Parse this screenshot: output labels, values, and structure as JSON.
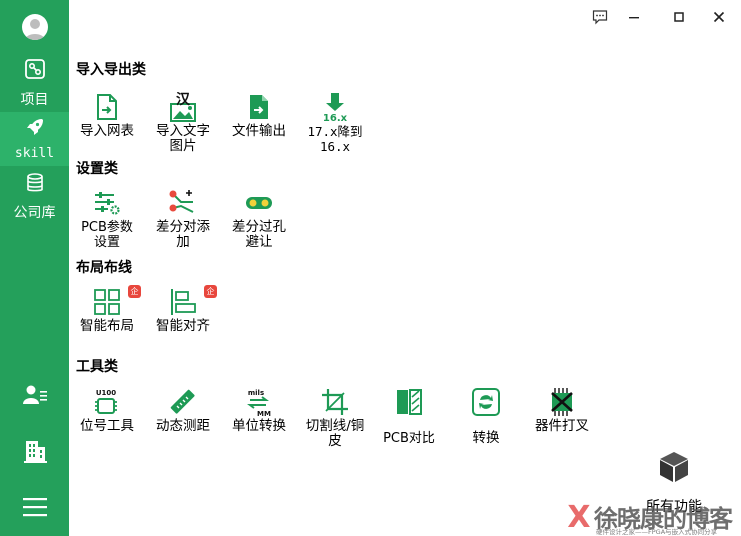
{
  "window": {
    "minimize": "–",
    "maximize": "□",
    "close": "✕"
  },
  "sidebar": {
    "items": [
      {
        "label": "项目",
        "icon": "project-icon"
      },
      {
        "label": "skill",
        "icon": "rocket-icon"
      },
      {
        "label": "公司库",
        "icon": "database-icon"
      }
    ],
    "bottom": [
      "user-list-icon",
      "building-icon",
      "menu-icon"
    ]
  },
  "sections": [
    {
      "title": "导入导出类",
      "tools": [
        {
          "label": "导入网表",
          "icon": "import-netlist-icon"
        },
        {
          "label": "导入文字图片",
          "icon": "import-text-image-icon",
          "glyph": "汉"
        },
        {
          "label": "文件输出",
          "icon": "file-export-icon"
        },
        {
          "label": "17.x降到16.x",
          "icon": "downgrade-icon",
          "glyph": "16.x"
        }
      ]
    },
    {
      "title": "设置类",
      "tools": [
        {
          "label": "PCB参数设置",
          "icon": "pcb-settings-icon"
        },
        {
          "label": "差分对添加",
          "icon": "diff-pair-add-icon"
        },
        {
          "label": "差分过孔避让",
          "icon": "diff-via-avoid-icon"
        }
      ]
    },
    {
      "title": "布局布线",
      "tools": [
        {
          "label": "智能布局",
          "icon": "smart-layout-icon",
          "badge": "企"
        },
        {
          "label": "智能对齐",
          "icon": "smart-align-icon",
          "badge": "企"
        }
      ]
    },
    {
      "title": "工具类",
      "tools": [
        {
          "label": "位号工具",
          "icon": "refdes-tool-icon",
          "glyph": "U100"
        },
        {
          "label": "动态测距",
          "icon": "ruler-icon"
        },
        {
          "label": "单位转换",
          "icon": "unit-convert-icon",
          "glyph": "mils",
          "glyph2": "MM"
        },
        {
          "label": "切割线/铜皮",
          "icon": "crop-icon"
        },
        {
          "label": "PCB对比",
          "icon": "pcb-compare-icon"
        },
        {
          "label": "转换",
          "icon": "convert-icon"
        },
        {
          "label": "器件打叉",
          "icon": "component-cross-icon"
        }
      ]
    }
  ],
  "all_functions": {
    "label": "所有功能",
    "icon": "cube-icon"
  },
  "watermark": {
    "text": "徐晓康的博客",
    "subtext": "硬件设计之家——FPGA与嵌入式协同分享",
    "logo": "X"
  },
  "colors": {
    "sidebar": "#24a05b",
    "sidebar_active": "#2db26a",
    "icon_green": "#1e9a55",
    "badge": "#e8473d"
  }
}
